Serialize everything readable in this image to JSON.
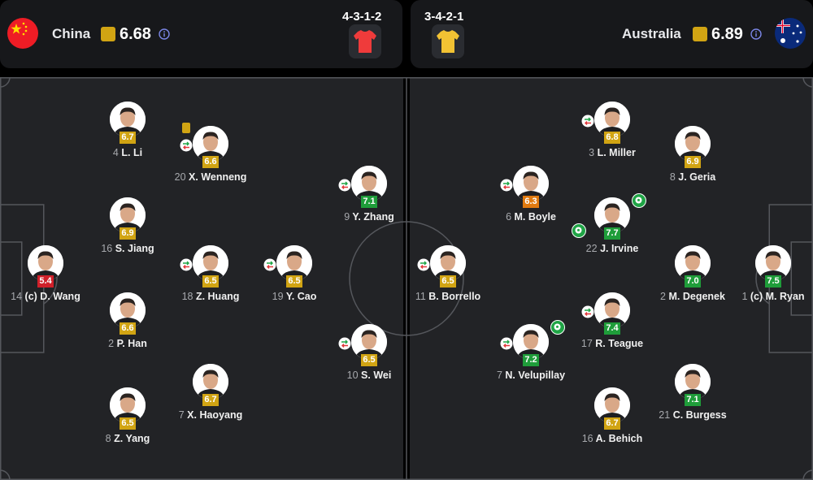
{
  "home": {
    "team_name": "China",
    "team_rating": "6.68",
    "formation": "4-3-1-2",
    "kit_color": "#ef3b3b",
    "flag": "china-flag-icon",
    "players": [
      {
        "id": "wang",
        "number": "14",
        "name": "(c) D. Wang",
        "rating": "5.4",
        "rating_color": "#d0202a",
        "sub": false,
        "card": false
      },
      {
        "id": "li",
        "number": "4",
        "name": "L. Li",
        "rating": "6.7",
        "rating_color": "#d1a413",
        "sub": false,
        "card": false
      },
      {
        "id": "jiang",
        "number": "16",
        "name": "S. Jiang",
        "rating": "6.9",
        "rating_color": "#d1a413",
        "sub": false,
        "card": false
      },
      {
        "id": "han",
        "number": "2",
        "name": "P. Han",
        "rating": "6.6",
        "rating_color": "#d1a413",
        "sub": false,
        "card": false
      },
      {
        "id": "yang",
        "number": "8",
        "name": "Z. Yang",
        "rating": "6.5",
        "rating_color": "#d1a413",
        "sub": false,
        "card": false
      },
      {
        "id": "wenneng",
        "number": "20",
        "name": "X. Wenneng",
        "rating": "6.6",
        "rating_color": "#d1a413",
        "sub": true,
        "card": true
      },
      {
        "id": "huang",
        "number": "18",
        "name": "Z. Huang",
        "rating": "6.5",
        "rating_color": "#d1a413",
        "sub": true,
        "card": false
      },
      {
        "id": "haoyang",
        "number": "7",
        "name": "X. Haoyang",
        "rating": "6.7",
        "rating_color": "#d1a413",
        "sub": false,
        "card": false
      },
      {
        "id": "cao",
        "number": "19",
        "name": "Y. Cao",
        "rating": "6.5",
        "rating_color": "#d1a413",
        "sub": true,
        "card": false
      },
      {
        "id": "zhang",
        "number": "9",
        "name": "Y. Zhang",
        "rating": "7.1",
        "rating_color": "#1f9d3a",
        "sub": true,
        "card": false
      },
      {
        "id": "wei",
        "number": "10",
        "name": "S. Wei",
        "rating": "6.5",
        "rating_color": "#d1a413",
        "sub": true,
        "card": false
      }
    ]
  },
  "away": {
    "team_name": "Australia",
    "team_rating": "6.89",
    "formation": "3-4-2-1",
    "kit_color": "#f2c233",
    "flag": "australia-flag-icon",
    "players": [
      {
        "id": "ryan",
        "number": "1",
        "name": "(c) M. Ryan",
        "rating": "7.5",
        "rating_color": "#1f9d3a",
        "sub": false,
        "goal": false
      },
      {
        "id": "geria",
        "number": "8",
        "name": "J. Geria",
        "rating": "6.9",
        "rating_color": "#d1a413",
        "sub": false,
        "goal": false
      },
      {
        "id": "degenek",
        "number": "2",
        "name": "M. Degenek",
        "rating": "7.0",
        "rating_color": "#1f9d3a",
        "sub": false,
        "goal": false
      },
      {
        "id": "burgess",
        "number": "21",
        "name": "C. Burgess",
        "rating": "7.1",
        "rating_color": "#1f9d3a",
        "sub": false,
        "goal": false
      },
      {
        "id": "miller",
        "number": "3",
        "name": "L. Miller",
        "rating": "6.8",
        "rating_color": "#d1a413",
        "sub": true,
        "goal": false
      },
      {
        "id": "irvine",
        "number": "22",
        "name": "J. Irvine",
        "rating": "7.7",
        "rating_color": "#1f9d3a",
        "sub": false,
        "goal": true
      },
      {
        "id": "teague",
        "number": "17",
        "name": "R. Teague",
        "rating": "7.4",
        "rating_color": "#1f9d3a",
        "sub": true,
        "goal": false
      },
      {
        "id": "behich",
        "number": "16",
        "name": "A. Behich",
        "rating": "6.7",
        "rating_color": "#d1a413",
        "sub": false,
        "goal": false
      },
      {
        "id": "boyle",
        "number": "6",
        "name": "M. Boyle",
        "rating": "6.3",
        "rating_color": "#e07a10",
        "sub": true,
        "goal": false
      },
      {
        "id": "velupillay",
        "number": "7",
        "name": "N. Velupillay",
        "rating": "7.2",
        "rating_color": "#1f9d3a",
        "sub": true,
        "goal": true
      },
      {
        "id": "borrello",
        "number": "11",
        "name": "B. Borrello",
        "rating": "6.5",
        "rating_color": "#d1a413",
        "sub": true,
        "goal": false
      }
    ]
  },
  "colors": {
    "panel": "#17181b",
    "pitch": "#222326",
    "line": "#55575c",
    "rating_square": "#d1a413",
    "info_icon": "#7b86e6"
  },
  "icons": {
    "sub": "substitution-arrows-icon",
    "card": "yellow-card-icon",
    "goal": "goal-ball-icon",
    "info": "info-icon",
    "kit": "jersey-icon",
    "avatar": "player-avatar-icon"
  }
}
